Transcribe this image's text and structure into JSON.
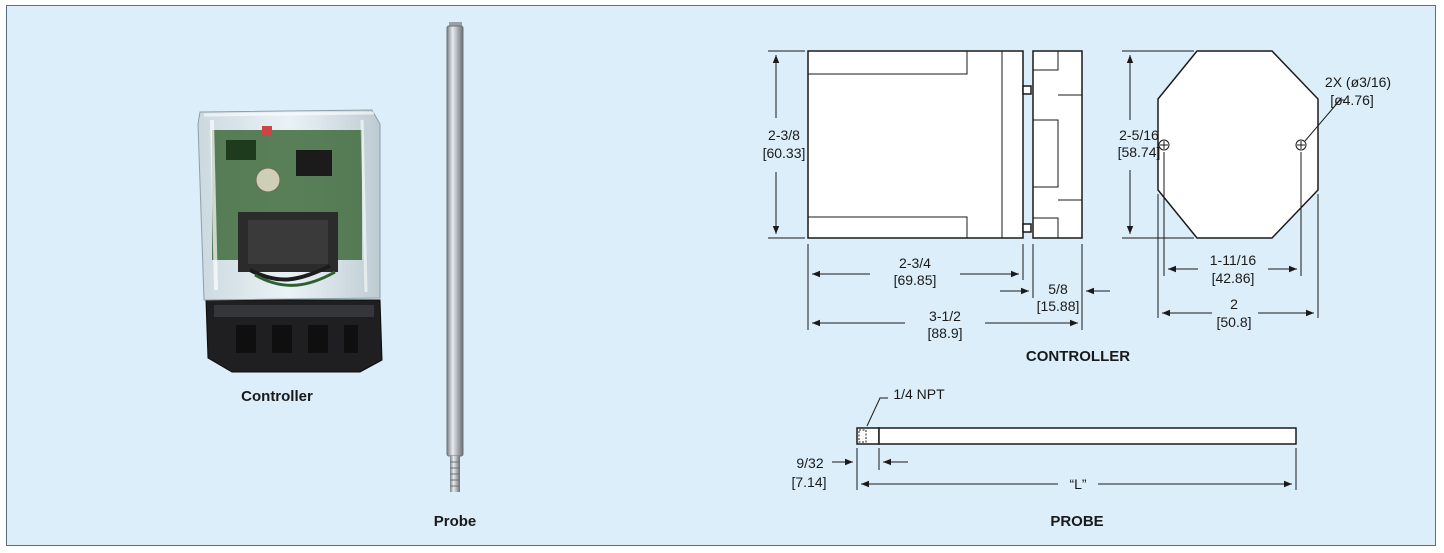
{
  "photos": {
    "controller_caption": "Controller",
    "probe_caption": "Probe"
  },
  "controller_drawing": {
    "title": "CONTROLLER",
    "height_in": "2-3/8",
    "height_mm": "[60.33]",
    "body_width_in": "2-3/4",
    "body_width_mm": "[69.85]",
    "socket_width_in": "5/8",
    "socket_width_mm": "[15.88]",
    "overall_width_in": "3-1/2",
    "overall_width_mm": "[88.9]",
    "octagon_height_in": "2-5/16",
    "octagon_height_mm": "[58.74]",
    "holes_note_in": "2X (ø3/16)",
    "holes_note_mm": "[ø4.76]",
    "hole_spacing_in": "1-11/16",
    "hole_spacing_mm": "[42.86]",
    "octagon_width_in": "2",
    "octagon_width_mm": "[50.8]"
  },
  "probe_drawing": {
    "title": "PROBE",
    "thread_note": "1/4 NPT",
    "thread_length_in": "9/32",
    "thread_length_mm": "[7.14]",
    "length_label": "“L”"
  },
  "colors": {
    "panel_background": "#dbeef9",
    "panel_border": "#5b6f80"
  }
}
